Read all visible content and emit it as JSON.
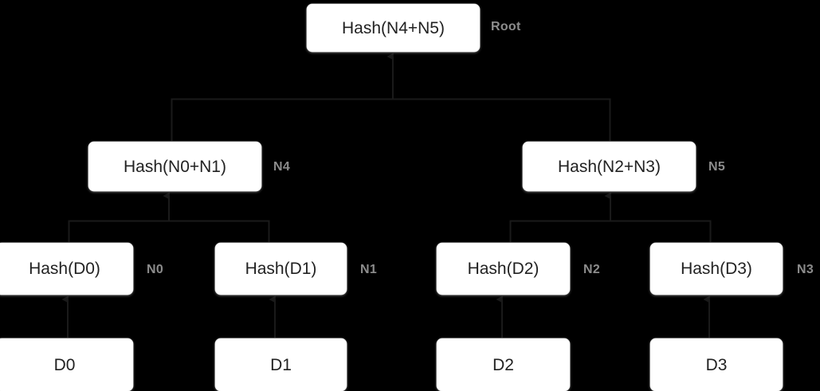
{
  "diagram": {
    "title_visible": false,
    "background_color": "#000000",
    "node_fill": "#ffffff",
    "node_text_color": "#222222",
    "label_color": "#8c8c8c",
    "edge_color": "#1a1a1a",
    "levels": [
      {
        "name": "root",
        "nodes": [
          {
            "id": "root",
            "text": "Hash(N4+N5)",
            "tag": "Root"
          }
        ]
      },
      {
        "name": "internal",
        "nodes": [
          {
            "id": "n4",
            "text": "Hash(N0+N1)",
            "tag": "N4"
          },
          {
            "id": "n5",
            "text": "Hash(N2+N3)",
            "tag": "N5"
          }
        ]
      },
      {
        "name": "hash-leaves",
        "nodes": [
          {
            "id": "n0",
            "text": "Hash(D0)",
            "tag": "N0"
          },
          {
            "id": "n1",
            "text": "Hash(D1)",
            "tag": "N1"
          },
          {
            "id": "n2",
            "text": "Hash(D2)",
            "tag": "N2"
          },
          {
            "id": "n3",
            "text": "Hash(D3)",
            "tag": "N3"
          }
        ]
      },
      {
        "name": "data-blocks",
        "nodes": [
          {
            "id": "d0",
            "text": "D0",
            "tag": ""
          },
          {
            "id": "d1",
            "text": "D1",
            "tag": ""
          },
          {
            "id": "d2",
            "text": "D2",
            "tag": ""
          },
          {
            "id": "d3",
            "text": "D3",
            "tag": ""
          }
        ]
      }
    ]
  }
}
